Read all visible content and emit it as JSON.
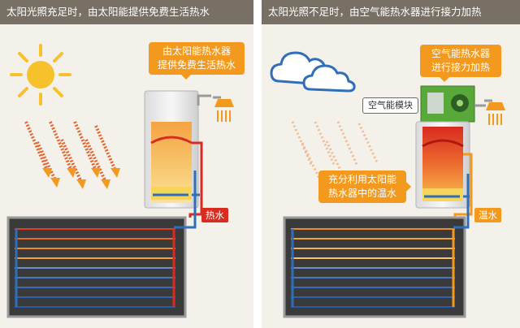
{
  "left_panel": {
    "header": "太阳光照充足时，由太阳能提供免费生活热水",
    "callout_line1": "由太阳能热水器",
    "callout_line2": "提供免费生活热水",
    "water_label": "热水"
  },
  "right_panel": {
    "header": "太阳光照不足时，由空气能热水器进行接力加热",
    "top_callout_line1": "空气能热水器",
    "top_callout_line2": "进行接力加热",
    "module_label": "空气能模块",
    "mid_callout_line1": "充分利用太阳能",
    "mid_callout_line2": "热水器中的温水",
    "water_label": "温水"
  },
  "colors": {
    "header_bg": "#787065",
    "panel_bg": "#f4f0ea",
    "accent_orange": "#f39a1e",
    "hot_red": "#d92b20",
    "cold_blue": "#2f6fb8",
    "sun_yellow": "#f6c12a"
  },
  "icons": [
    "sun-icon",
    "cloud-icon",
    "shower-head-icon"
  ]
}
